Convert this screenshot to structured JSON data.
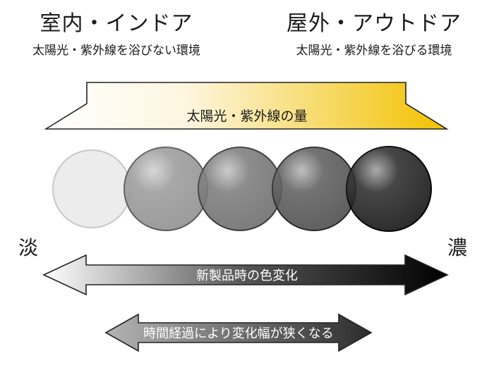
{
  "indoor": {
    "title": "室内・インドア",
    "subtitle": "太陽光・紫外線を浴びない環境"
  },
  "outdoor": {
    "title": "屋外・アウトドア",
    "subtitle": "太陽光・紫外線を浴びる環境"
  },
  "sunlight_arrow": {
    "label": "太陽光・紫外線の量"
  },
  "side_labels": {
    "light": "淡",
    "dark": "濃"
  },
  "new_arrow": {
    "label": "新製品時の色変化"
  },
  "narrow_arrow": {
    "label": "時間経過により変化幅が狭くなる"
  },
  "lens_shades": [
    "#ececec",
    "#8e8e8e",
    "#6b6b6b",
    "#4a4a4a",
    "#101010"
  ],
  "colors": {
    "sun_yellow": "#f2c100",
    "dark": "#111111"
  }
}
